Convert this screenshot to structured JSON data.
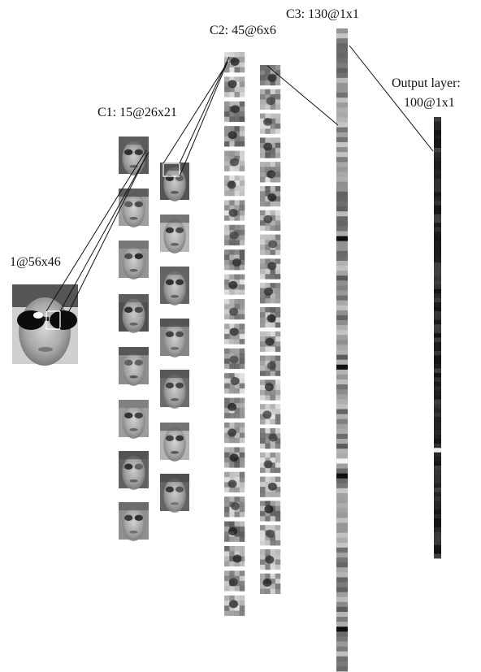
{
  "labels": {
    "input": "1@56x46",
    "c1": "C1: 15@26x21",
    "c2": "C2: 45@6x6",
    "c3": "C3: 130@1x1",
    "output_line1": "Output layer:",
    "output_line2": "100@1x1"
  },
  "layers": {
    "input_count": 1,
    "c1_count": 15,
    "c2_count": 45,
    "c3_units": 130,
    "output_units": 100
  },
  "colors": {
    "background": "#ffffff",
    "line": "#111111",
    "text": "#111111"
  }
}
